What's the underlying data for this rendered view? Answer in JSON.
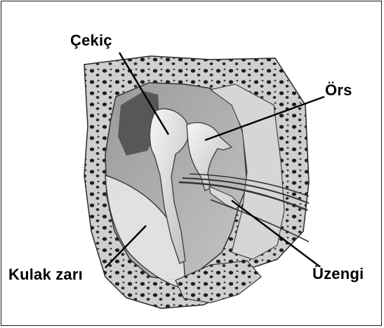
{
  "labels": {
    "hammer": "Çekiç",
    "anvil": "Örs",
    "eardrum": "Kulak zarı",
    "stirrup": "Üzengi"
  }
}
